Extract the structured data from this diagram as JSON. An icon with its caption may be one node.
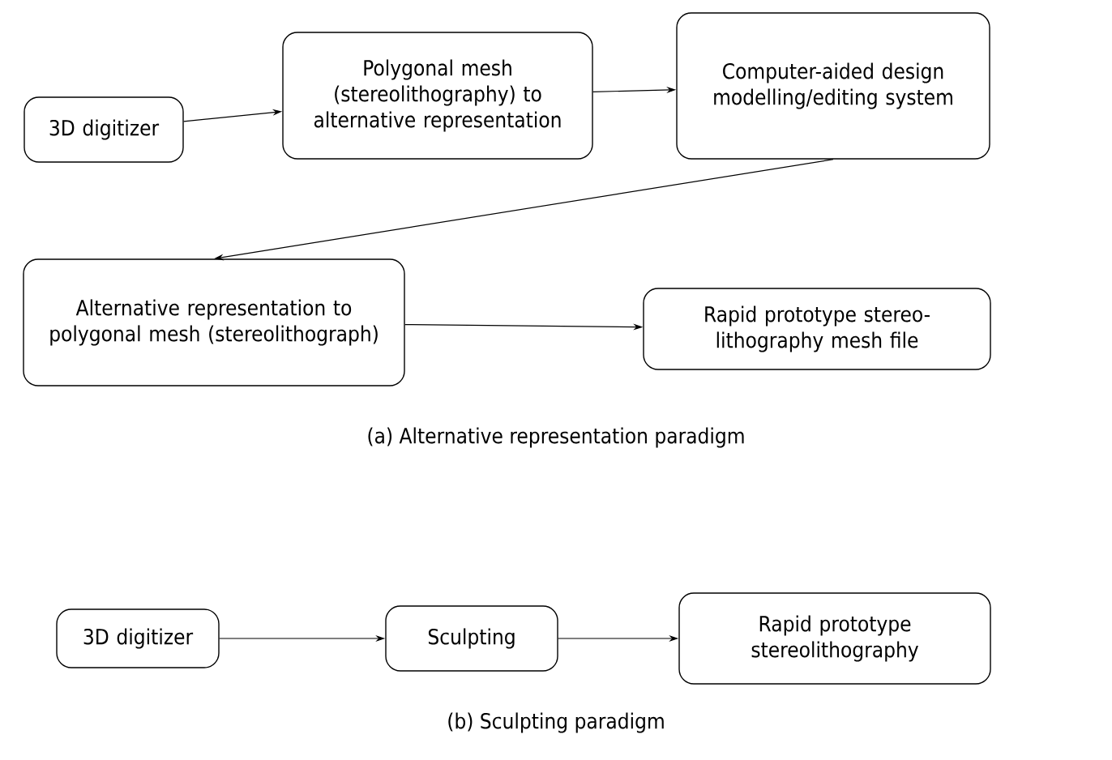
{
  "diagram": {
    "nodes": [
      {
        "text": [
          "3D digitizer"
        ]
      },
      {
        "text": [
          "Polygonal mesh (stereolithography) to alternative representation"
        ]
      },
      {
        "text": [
          "Computer-aided design modelling/editing system"
        ]
      },
      {
        "text": [
          "Alternative representation to polygonal mesh (stereolithograph)"
        ]
      },
      {
        "text": [
          "Rapid prototype stereo-lithography mesh file"
        ]
      },
      {
        "text": [
          "3D digitizer"
        ]
      },
      {
        "text": [
          "Sculpting"
        ]
      },
      {
        "text": [
          "Rapid prototype stereolithography"
        ]
      }
    ],
    "edges": [
      {
        "from": 0,
        "to": 1,
        "arrow": "to"
      },
      {
        "from": 1,
        "to": 2,
        "arrow": "to"
      },
      {
        "from": 2,
        "to": 3,
        "arrow": "to"
      },
      {
        "from": 3,
        "to": 4,
        "arrow": "to"
      },
      {
        "from": 5,
        "to": 6,
        "arrow": "to"
      },
      {
        "from": 6,
        "to": 7,
        "arrow": "to"
      }
    ],
    "labels": [
      "(a) Alternative representation paradigm",
      "(b) Sculpting paradigm"
    ]
  }
}
